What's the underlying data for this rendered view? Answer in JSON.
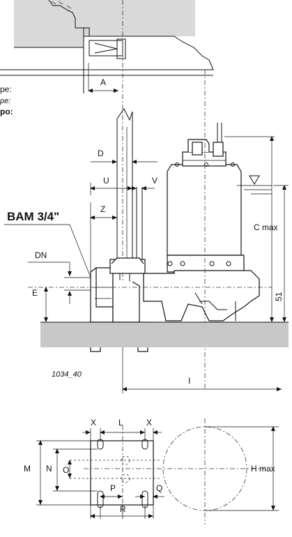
{
  "labels": {
    "header_1": "pe:",
    "header_2": "pe:",
    "header_3": "po:",
    "A": "A",
    "D": "D",
    "U": "U",
    "V": "V",
    "Z": "Z",
    "model": "BAM 3/4\"",
    "DN": "DN",
    "E": "E",
    "C_max": "C max",
    "dim_51": "51",
    "drawing_code": "1034_40",
    "I": "I",
    "X_left": "X",
    "L": "L",
    "X_right": "X",
    "M": "M",
    "N": "N",
    "O": "O",
    "H_max": "H max",
    "P": "P",
    "Q": "Q",
    "R": "R"
  },
  "colors": {
    "line": "#111111",
    "hatch": "#d9d9d9",
    "floor": "#c8c8c8"
  }
}
